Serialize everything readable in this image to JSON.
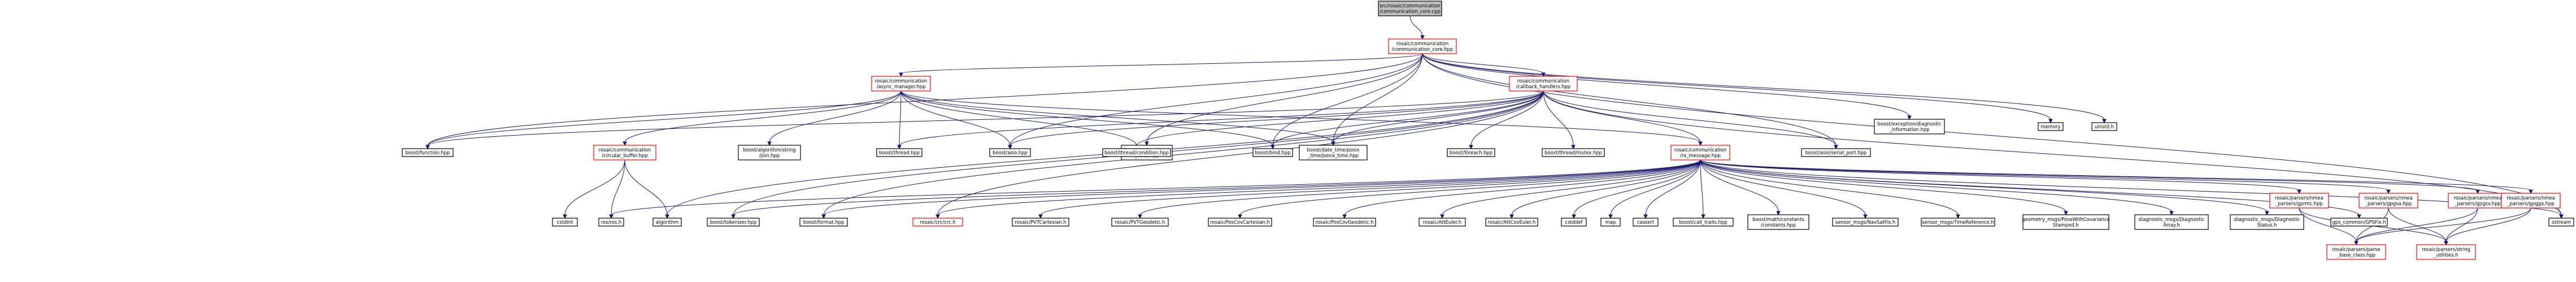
{
  "colors": {
    "edge": "#191970",
    "root_fill": "#bfbfbf",
    "node_stroke": "#000000",
    "link_stroke": "#ff0000",
    "background": "#ffffff"
  },
  "nodes": [
    {
      "id": "root",
      "lines": [
        "src/rosaic/communication",
        "/communication_core.cpp"
      ],
      "style": "root"
    },
    {
      "id": "core_hpp",
      "lines": [
        "rosaic/communication",
        "/communication_core.hpp"
      ],
      "style": "link"
    },
    {
      "id": "async",
      "lines": [
        "rosaic/communication",
        "/async_manager.hpp"
      ],
      "style": "link"
    },
    {
      "id": "callback",
      "lines": [
        "rosaic/communication",
        "/callback_handlers.hpp"
      ],
      "style": "link"
    },
    {
      "id": "sys_err",
      "lines": [
        "boost/system/error",
        "_code.hpp"
      ],
      "style": "plain"
    },
    {
      "id": "posix_time",
      "lines": [
        "boost/date_time/posix",
        "_time/posix_time.hpp"
      ],
      "style": "plain"
    },
    {
      "id": "function",
      "lines": [
        "boost/function.hpp"
      ],
      "style": "plain"
    },
    {
      "id": "circular",
      "lines": [
        "rosaic/communication",
        "/circular_buffer.hpp"
      ],
      "style": "link"
    },
    {
      "id": "join",
      "lines": [
        "boost/algorithm/string",
        "/join.hpp"
      ],
      "style": "plain"
    },
    {
      "id": "thread",
      "lines": [
        "boost/thread.hpp"
      ],
      "style": "plain"
    },
    {
      "id": "asio",
      "lines": [
        "boost/asio.hpp"
      ],
      "style": "plain"
    },
    {
      "id": "thread_cond",
      "lines": [
        "boost/thread/condition.hpp"
      ],
      "style": "plain"
    },
    {
      "id": "bind",
      "lines": [
        "boost/bind.hpp"
      ],
      "style": "plain"
    },
    {
      "id": "foreach",
      "lines": [
        "boost/foreach.hpp"
      ],
      "style": "plain"
    },
    {
      "id": "mutex",
      "lines": [
        "boost/thread/mutex.hpp"
      ],
      "style": "plain"
    },
    {
      "id": "rx_msg",
      "lines": [
        "rosaic/communication",
        "/rx_message.hpp"
      ],
      "style": "link"
    },
    {
      "id": "serial",
      "lines": [
        "boost/asio/serial_port.hpp"
      ],
      "style": "plain"
    },
    {
      "id": "diag_info",
      "lines": [
        "boost/exception/diagnostic",
        "_information.hpp"
      ],
      "style": "plain"
    },
    {
      "id": "memory",
      "lines": [
        "memory"
      ],
      "style": "plain"
    },
    {
      "id": "unistd",
      "lines": [
        "unistd.h"
      ],
      "style": "plain"
    },
    {
      "id": "sstream",
      "lines": [
        "sstream"
      ],
      "style": "plain"
    },
    {
      "id": "cstdint",
      "lines": [
        "cstdint"
      ],
      "style": "plain"
    },
    {
      "id": "ros",
      "lines": [
        "ros/ros.h"
      ],
      "style": "plain"
    },
    {
      "id": "algorithm",
      "lines": [
        "algorithm"
      ],
      "style": "plain"
    },
    {
      "id": "tokenizer",
      "lines": [
        "boost/tokenizer.hpp"
      ],
      "style": "plain"
    },
    {
      "id": "format",
      "lines": [
        "boost/format.hpp"
      ],
      "style": "plain"
    },
    {
      "id": "crc",
      "lines": [
        "rosaic/crc/crc.h"
      ],
      "style": "link"
    },
    {
      "id": "pvtcart",
      "lines": [
        "rosaic/PVTCartesian.h"
      ],
      "style": "plain"
    },
    {
      "id": "pvtgeo",
      "lines": [
        "rosaic/PVTGeodetic.h"
      ],
      "style": "plain"
    },
    {
      "id": "poscart",
      "lines": [
        "rosaic/PosCovCartesian.h"
      ],
      "style": "plain"
    },
    {
      "id": "posgeo",
      "lines": [
        "rosaic/PosCovGeodetic.h"
      ],
      "style": "plain"
    },
    {
      "id": "atteuler",
      "lines": [
        "rosaic/AttEuler.h"
      ],
      "style": "plain"
    },
    {
      "id": "attcov",
      "lines": [
        "rosaic/AttCovEuler.h"
      ],
      "style": "plain"
    },
    {
      "id": "cstddef",
      "lines": [
        "cstddef"
      ],
      "style": "plain"
    },
    {
      "id": "map",
      "lines": [
        "map"
      ],
      "style": "plain"
    },
    {
      "id": "cassert",
      "lines": [
        "cassert"
      ],
      "style": "plain"
    },
    {
      "id": "calltraits",
      "lines": [
        "boost/call_traits.hpp"
      ],
      "style": "plain"
    },
    {
      "id": "mathconst",
      "lines": [
        "boost/math/constants",
        "/constants.hpp"
      ],
      "style": "plain"
    },
    {
      "id": "navsat",
      "lines": [
        "sensor_msgs/NavSatFix.h"
      ],
      "style": "plain"
    },
    {
      "id": "timeref",
      "lines": [
        "sensor_msgs/TimeReference.h"
      ],
      "style": "plain"
    },
    {
      "id": "posecov",
      "lines": [
        "geometry_msgs/PoseWithCovariance",
        "Stamped.h"
      ],
      "style": "plain"
    },
    {
      "id": "diagarr",
      "lines": [
        "diagnostic_msgs/Diagnostic",
        "Array.h"
      ],
      "style": "plain"
    },
    {
      "id": "diagstat",
      "lines": [
        "diagnostic_msgs/Diagnostic",
        "Status.h"
      ],
      "style": "plain"
    },
    {
      "id": "gpsfix",
      "lines": [
        "gps_common/GPSFix.h"
      ],
      "style": "plain"
    },
    {
      "id": "gprmc",
      "lines": [
        "rosaic/parsers/nmea",
        "_parsers/gprmc.hpp"
      ],
      "style": "link"
    },
    {
      "id": "gpgsa",
      "lines": [
        "rosaic/parsers/nmea",
        "_parsers/gpgsa.hpp"
      ],
      "style": "link"
    },
    {
      "id": "gpgsv",
      "lines": [
        "rosaic/parsers/nmea",
        "_parsers/gpgsv.hpp"
      ],
      "style": "link"
    },
    {
      "id": "gpgga",
      "lines": [
        "rosaic/parsers/nmea",
        "_parsers/gpgga.hpp"
      ],
      "style": "link"
    },
    {
      "id": "parsebase",
      "lines": [
        "rosaic/parsers/parse",
        "_base_class.hpp"
      ],
      "style": "link"
    },
    {
      "id": "strutil",
      "lines": [
        "rosaic/parsers/string",
        "_utilities.h"
      ],
      "style": "link"
    }
  ],
  "edges": [
    [
      "root",
      "core_hpp"
    ],
    [
      "core_hpp",
      "async"
    ],
    [
      "core_hpp",
      "callback"
    ],
    [
      "core_hpp",
      "sys_err"
    ],
    [
      "core_hpp",
      "posix_time"
    ],
    [
      "core_hpp",
      "function"
    ],
    [
      "core_hpp",
      "asio"
    ],
    [
      "core_hpp",
      "bind"
    ],
    [
      "core_hpp",
      "serial"
    ],
    [
      "core_hpp",
      "diag_info"
    ],
    [
      "core_hpp",
      "memory"
    ],
    [
      "core_hpp",
      "unistd"
    ],
    [
      "core_hpp",
      "sstream"
    ],
    [
      "async",
      "posix_time"
    ],
    [
      "async",
      "function"
    ],
    [
      "async",
      "circular"
    ],
    [
      "async",
      "join"
    ],
    [
      "async",
      "thread"
    ],
    [
      "async",
      "asio"
    ],
    [
      "async",
      "thread_cond"
    ],
    [
      "async",
      "bind"
    ],
    [
      "async",
      "rx_msg"
    ],
    [
      "callback",
      "posix_time"
    ],
    [
      "callback",
      "function"
    ],
    [
      "callback",
      "thread"
    ],
    [
      "callback",
      "asio"
    ],
    [
      "callback",
      "thread_cond"
    ],
    [
      "callback",
      "bind"
    ],
    [
      "callback",
      "foreach"
    ],
    [
      "callback",
      "mutex"
    ],
    [
      "callback",
      "rx_msg"
    ],
    [
      "callback",
      "serial"
    ],
    [
      "callback",
      "algorithm"
    ],
    [
      "callback",
      "tokenizer"
    ],
    [
      "callback",
      "format"
    ],
    [
      "callback",
      "crc"
    ],
    [
      "callback",
      "sstream"
    ],
    [
      "circular",
      "cstdint"
    ],
    [
      "circular",
      "ros"
    ],
    [
      "circular",
      "algorithm"
    ],
    [
      "rx_msg",
      "ros"
    ],
    [
      "rx_msg",
      "tokenizer"
    ],
    [
      "rx_msg",
      "format"
    ],
    [
      "rx_msg",
      "crc"
    ],
    [
      "rx_msg",
      "pvtcart"
    ],
    [
      "rx_msg",
      "pvtgeo"
    ],
    [
      "rx_msg",
      "poscart"
    ],
    [
      "rx_msg",
      "posgeo"
    ],
    [
      "rx_msg",
      "atteuler"
    ],
    [
      "rx_msg",
      "attcov"
    ],
    [
      "rx_msg",
      "cstddef"
    ],
    [
      "rx_msg",
      "map"
    ],
    [
      "rx_msg",
      "cassert"
    ],
    [
      "rx_msg",
      "calltraits"
    ],
    [
      "rx_msg",
      "mathconst"
    ],
    [
      "rx_msg",
      "navsat"
    ],
    [
      "rx_msg",
      "timeref"
    ],
    [
      "rx_msg",
      "posecov"
    ],
    [
      "rx_msg",
      "diagarr"
    ],
    [
      "rx_msg",
      "diagstat"
    ],
    [
      "rx_msg",
      "gpsfix"
    ],
    [
      "rx_msg",
      "gprmc"
    ],
    [
      "rx_msg",
      "gpgsa"
    ],
    [
      "rx_msg",
      "gpgsv"
    ],
    [
      "rx_msg",
      "gpgga"
    ],
    [
      "rx_msg",
      "sstream"
    ],
    [
      "gprmc",
      "parsebase"
    ],
    [
      "gprmc",
      "strutil"
    ],
    [
      "gpgsa",
      "parsebase"
    ],
    [
      "gpgsa",
      "strutil"
    ],
    [
      "gpgsv",
      "parsebase"
    ],
    [
      "gpgsv",
      "strutil"
    ],
    [
      "gpgga",
      "parsebase"
    ],
    [
      "gpgga",
      "strutil"
    ]
  ]
}
